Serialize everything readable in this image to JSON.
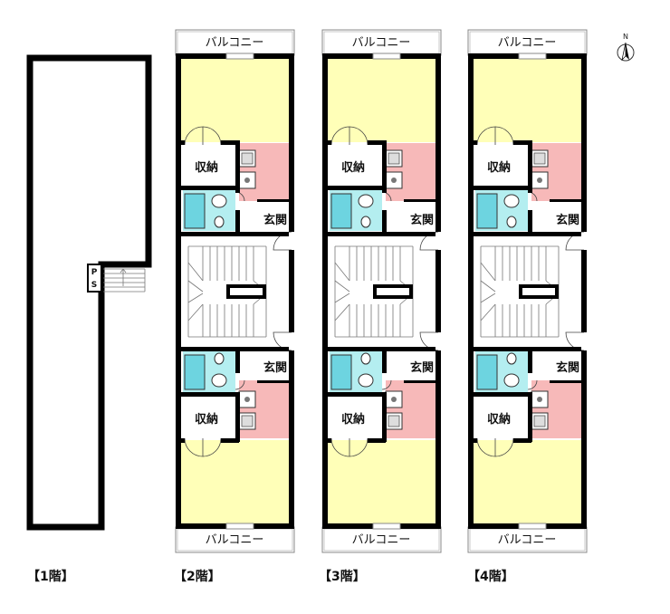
{
  "colors": {
    "wall": "#000000",
    "balcony_line": "#888888",
    "room_yellow": "#ffffb8",
    "kitchen_pink": "#f7b9b9",
    "bath_cyan": "#b4eef0",
    "stair_line": "#777777"
  },
  "labels": {
    "balcony": "バルコニー",
    "storage": "収納",
    "entrance": "玄関",
    "ps_p": "P",
    "ps_s": "S"
  },
  "compass": {
    "north": "N"
  },
  "floors": [
    {
      "label": "【1階】",
      "type": "ground"
    },
    {
      "label": "【2階】",
      "type": "typical"
    },
    {
      "label": "【3階】",
      "type": "typical"
    },
    {
      "label": "【4階】",
      "type": "typical"
    }
  ]
}
